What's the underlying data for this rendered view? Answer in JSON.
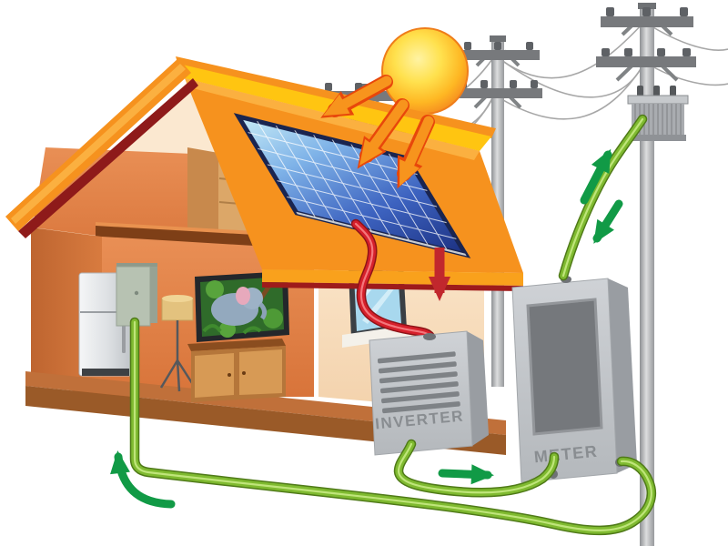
{
  "labels": {
    "inverter": "INVERTER",
    "meter": "METER"
  },
  "scene": {
    "type": "illustration-diagram",
    "subject": "residential solar power system (cutaway house, rooftop panel, inverter, meter, utility grid)",
    "components": [
      "sun",
      "solar-panel",
      "house-cutaway",
      "red-dc-wire",
      "inverter",
      "meter",
      "green-ac-wires",
      "utility-pole-left",
      "utility-pole-middle",
      "utility-pole-right",
      "transformer",
      "refrigerator",
      "breaker-panel",
      "floor-lamp",
      "tv",
      "cabinet",
      "window"
    ],
    "flows": [
      {
        "from": "sun",
        "to": "solar-panel",
        "style": "orange-arrows",
        "color": "#F7941D"
      },
      {
        "from": "solar-panel",
        "to": "inverter",
        "style": "red-wire-with-down-arrow",
        "color": "#D6202B"
      },
      {
        "from": "inverter",
        "to": "meter",
        "style": "green-wire-right-arrow",
        "color": "#7FBA30"
      },
      {
        "from": "meter",
        "to": "transformer",
        "style": "green-wire-bidirectional-arrows",
        "color": "#7FBA30"
      },
      {
        "from": "meter",
        "to": "house-breaker-panel",
        "style": "green-wire-up-arrow",
        "color": "#7FBA30"
      }
    ],
    "colors": {
      "sun_core": "#FFE14E",
      "sun_rim": "#F58A1F",
      "roof": "#F6921E",
      "roof_back": "#FFC511",
      "roof_underside": "#8E1A1A",
      "panel_dark": "#1B2F80",
      "panel_light": "#C9EDF7",
      "wall_interior": "#E2834A",
      "wall_exterior": "#FBE3C8",
      "base": "#C0703A",
      "wire_red": "#D6202B",
      "wire_green": "#7FBA30",
      "arrow_green": "#119A46",
      "arrow_red": "#C1272D",
      "box_gray": "#C3C6CA",
      "label_gray": "#898D91",
      "pole_gray": "#9FA2A5"
    }
  }
}
